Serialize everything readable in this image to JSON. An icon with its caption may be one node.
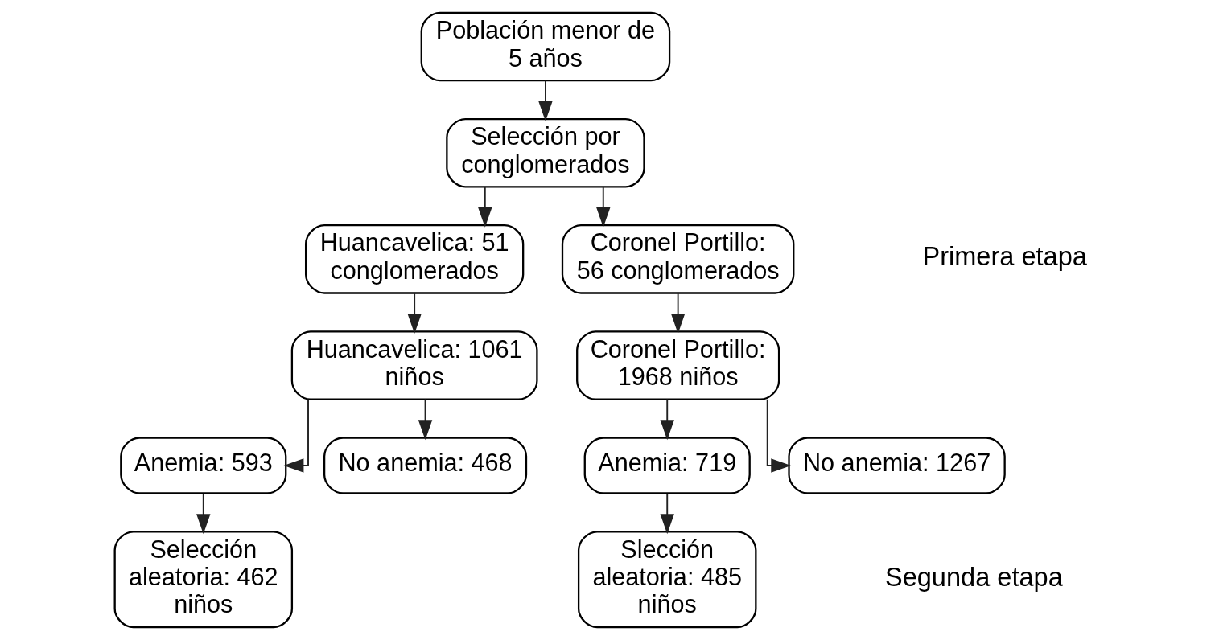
{
  "diagram": {
    "nodes": [
      {
        "text": [
          "Población menor de 5 años"
        ]
      },
      {
        "text": [
          "Selección por conglomerados"
        ]
      },
      {
        "text": [
          "Huancavelica: 51 conglomerados"
        ]
      },
      {
        "text": [
          "Coronel Portillo: 56 conglomerados"
        ]
      },
      {
        "text": [
          "Huancavelica: 1061 niños"
        ]
      },
      {
        "text": [
          "Coronel Portillo: 1968 niños"
        ]
      },
      {
        "text": [
          "Anemia: 593"
        ]
      },
      {
        "text": [
          "No anemia: 468"
        ]
      },
      {
        "text": [
          "Anemia: 719"
        ]
      },
      {
        "text": [
          "No anemia: 1267"
        ]
      },
      {
        "text": [
          "Selección aleatoria: 462 niños"
        ]
      },
      {
        "text": [
          "Slección aleatoria: 485 niños"
        ]
      }
    ],
    "edges": [
      {
        "from": 0,
        "to": 1,
        "arrow": "to"
      },
      {
        "from": 1,
        "to": 2,
        "arrow": "to"
      },
      {
        "from": 1,
        "to": 3,
        "arrow": "to"
      },
      {
        "from": 2,
        "to": 4,
        "arrow": "to"
      },
      {
        "from": 3,
        "to": 5,
        "arrow": "to"
      },
      {
        "from": 4,
        "to": 6,
        "arrow": "to"
      },
      {
        "from": 4,
        "to": 7,
        "arrow": "to"
      },
      {
        "from": 5,
        "to": 8,
        "arrow": "to"
      },
      {
        "from": 5,
        "to": 9,
        "arrow": "to"
      },
      {
        "from": 6,
        "to": 10,
        "arrow": "to"
      },
      {
        "from": 8,
        "to": 11,
        "arrow": "to"
      }
    ],
    "labels": [
      "Primera etapa",
      "Segunda etapa"
    ]
  }
}
